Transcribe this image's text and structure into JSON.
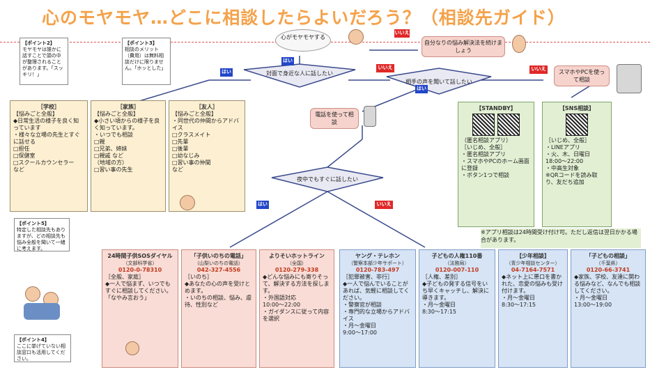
{
  "title": "心のモヤモヤ…どこに相談したらよいだろう？（相談先ガイド）",
  "notes": {
    "n2": {
      "head": "【ポイント2】",
      "body": "モヤモヤは誰かに話すことで頭の中が整理されることがあります。「スッキリ！」"
    },
    "n3": {
      "head": "【ポイント3】",
      "body": "相談のメリット（費用）は無料相談だけに限りません。「ホッとした」"
    },
    "n4": {
      "head": "【ポイント4】",
      "body": "ここに挙げていない相談窓口も活用してください。"
    },
    "n5": {
      "head": "【ポイント5】",
      "body": "特定した相談先もありますが、どの相談先も悩み全般を聞いて一緒に考えます。"
    }
  },
  "flow": {
    "start": "心がモヤモヤする",
    "self": "自分なりの悩み解決法を続けましょう",
    "q1": "対面で身近な人に話したい",
    "q2": "相手の声を聞いて話したい",
    "sns": "スマホやPCを使って相談",
    "phone": "電話を使って相談",
    "q3": "夜中でもすぐに話したい",
    "yes": "はい",
    "no": "いいえ"
  },
  "cards": {
    "school": {
      "head": "［学校］",
      "body": "【悩みごと全般】\n◆日常生活の様子を良く知っています\n・様々な立場の先生とすぐに話せる\n□担任\n□保健室\n□スクールカウンセラー\nなど"
    },
    "family": {
      "head": "［家族］",
      "body": "【悩みごと全般】\n◆小さい頃からの様子を良く知っています。\n・いつでも相談\n□親\n□兄弟、姉妹\n□親戚 など\n（地域の方）\n□習い事の先生"
    },
    "friend": {
      "head": "［友人］",
      "body": "【悩みごと全般】\n・同世代の仲間からアドバイス\n□クラスメイト\n□先輩\n□後輩\n□幼なじみ\n□習い事の仲間\nなど"
    },
    "standby": {
      "head": "【STANDBY】",
      "body": "（匿名相談アプリ）\n［いじめ、全般］\n・匿名相談アプリ\n・スマホやPCのホーム画面に登録\n・ボタン1つで相談"
    },
    "line": {
      "head": "【SNS相談】",
      "body": "［いじめ、全般］\n・LINEアプリ\n・火、木、日曜日\n18:00〜22:00\n・中高生対象\n※QRコードを読み取り、友だち追加"
    },
    "app_note": "※アプリ相談は24時間受け付け可。ただし返信は翌日かかる場合があります。",
    "sos": {
      "head": "24時間子供SOSダイヤル",
      "sub": "（文部科学省）",
      "tel": "0120-0-78310",
      "body": "［全般、家庭］\n◆一人で悩まず、いつでもすぐに相談してください。\n「なやみ言おう」"
    },
    "inochi": {
      "head": "「子供いのちの電話」",
      "sub": "（山梨いのちの電話）",
      "tel": "042-327-4556",
      "body": "［いのち］\n◆あなたの心の声を受けとめます。\n・いのちの相談、悩み、虐待、性別など"
    },
    "yorisoi": {
      "head": "よりそいホットライン",
      "sub": "（全国）",
      "tel": "0120-279-338",
      "body": "◆どんな悩みにも寄りそって、解決する方法を探します。\n・外国語対応\n10:00〜22:00\n・ガイダンスに従って内容を選択"
    },
    "young": {
      "head": "ヤング・テレホン",
      "sub": "（警察本部少年サポート）",
      "tel": "0120-783-497",
      "body": "［犯罪被害、非行］\n◆一人で悩んでいることがあれば、気軽に相談してください。\n・警察官が相談\n・専門的な立場からアドバイス\n・月〜金曜日\n9:00〜17:00"
    },
    "jinken": {
      "head": "子どもの人権110番",
      "sub": "（法務局）",
      "tel": "0120-007-110",
      "body": "［人権、差別］\n◆子どもの発する信号をいち早くキャッチし、解決に導きます。\n・月〜金曜日\n8:30〜17:15"
    },
    "shonen": {
      "head": "【少年相談】",
      "sub": "（青少年相談センター）",
      "tel": "04-7164-7571",
      "body": "◆ネット上に悪口を書かれた、恋愛の悩みも受け付けます。\n・月〜金曜日\n8:30〜17:15"
    },
    "kodomo": {
      "head": "「子どもの相談」",
      "sub": "（千葉県）",
      "tel": "0120-66-3741",
      "body": "◆家族、学校、友達に関わる悩みなど、なんでも相談してください。\n・月〜金曜日\n13:00〜19:00"
    }
  }
}
